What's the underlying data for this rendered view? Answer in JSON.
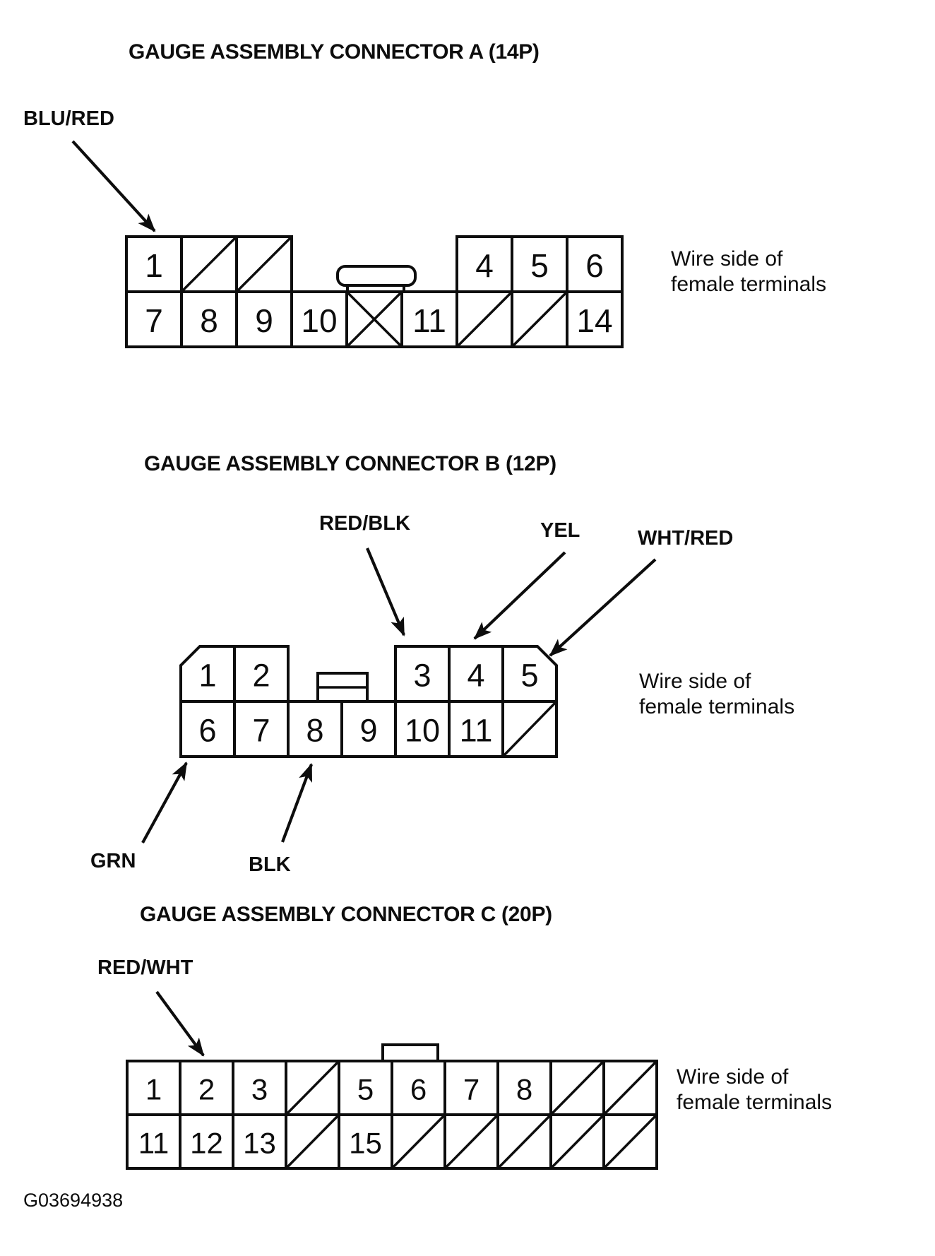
{
  "page": {
    "footer_code": "G03694938",
    "ink_color": "#0d0d0d",
    "paper_color": "#ffffff"
  },
  "connectors": [
    {
      "key": "a",
      "title": "GAUGE ASSEMBLY CONNECTOR A (14P)",
      "pin_count": "14P",
      "note": "Wire side of\nfemale terminals",
      "rows": [
        [
          {
            "pin": "1"
          },
          {
            "hatch": "diag"
          },
          {
            "hatch": "diag"
          },
          {
            "empty": true
          },
          {
            "empty": true
          },
          {
            "empty": true
          },
          {
            "pin": "4"
          },
          {
            "pin": "5"
          },
          {
            "pin": "6"
          }
        ],
        [
          {
            "pin": "7"
          },
          {
            "pin": "8"
          },
          {
            "pin": "9"
          },
          {
            "pin": "10"
          },
          {
            "hatch": "x"
          },
          {
            "pin": "11"
          },
          {
            "hatch": "diag"
          },
          {
            "hatch": "diag"
          },
          {
            "pin": "14"
          }
        ]
      ],
      "callouts": [
        {
          "label": "BLU/RED",
          "points_to": "pin 1"
        }
      ]
    },
    {
      "key": "b",
      "title": "GAUGE ASSEMBLY CONNECTOR B (12P)",
      "pin_count": "12P",
      "note": "Wire side of\nfemale terminals",
      "rows": [
        [
          {
            "pin": "1",
            "chamfer": "tl"
          },
          {
            "pin": "2"
          },
          {
            "empty": true
          },
          {
            "empty": true
          },
          {
            "pin": "3"
          },
          {
            "pin": "4"
          },
          {
            "pin": "5",
            "chamfer": "tr"
          }
        ],
        [
          {
            "pin": "6"
          },
          {
            "pin": "7"
          },
          {
            "pin": "8"
          },
          {
            "pin": "9"
          },
          {
            "pin": "10"
          },
          {
            "pin": "11"
          },
          {
            "hatch": "diag"
          }
        ]
      ],
      "callouts": [
        {
          "label": "RED/BLK",
          "points_to": "pin 3"
        },
        {
          "label": "YEL",
          "points_to": "pin 4"
        },
        {
          "label": "WHT/RED",
          "points_to": "pin 5"
        },
        {
          "label": "GRN",
          "points_to": "pin 6"
        },
        {
          "label": "BLK",
          "points_to": "pin 8"
        }
      ]
    },
    {
      "key": "c",
      "title": "GAUGE ASSEMBLY CONNECTOR C (20P)",
      "pin_count": "20P",
      "note": "Wire side of\nfemale terminals",
      "rows": [
        [
          {
            "pin": "1"
          },
          {
            "pin": "2"
          },
          {
            "pin": "3"
          },
          {
            "hatch": "diag"
          },
          {
            "pin": "5"
          },
          {
            "pin": "6"
          },
          {
            "pin": "7"
          },
          {
            "pin": "8"
          },
          {
            "hatch": "diag"
          },
          {
            "hatch": "diag"
          }
        ],
        [
          {
            "pin": "11"
          },
          {
            "pin": "12"
          },
          {
            "pin": "13"
          },
          {
            "hatch": "diag"
          },
          {
            "pin": "15"
          },
          {
            "hatch": "diag"
          },
          {
            "hatch": "diag"
          },
          {
            "hatch": "diag"
          },
          {
            "hatch": "diag"
          },
          {
            "hatch": "diag"
          }
        ]
      ],
      "callouts": [
        {
          "label": "RED/WHT",
          "points_to": "pin 2"
        }
      ]
    }
  ]
}
